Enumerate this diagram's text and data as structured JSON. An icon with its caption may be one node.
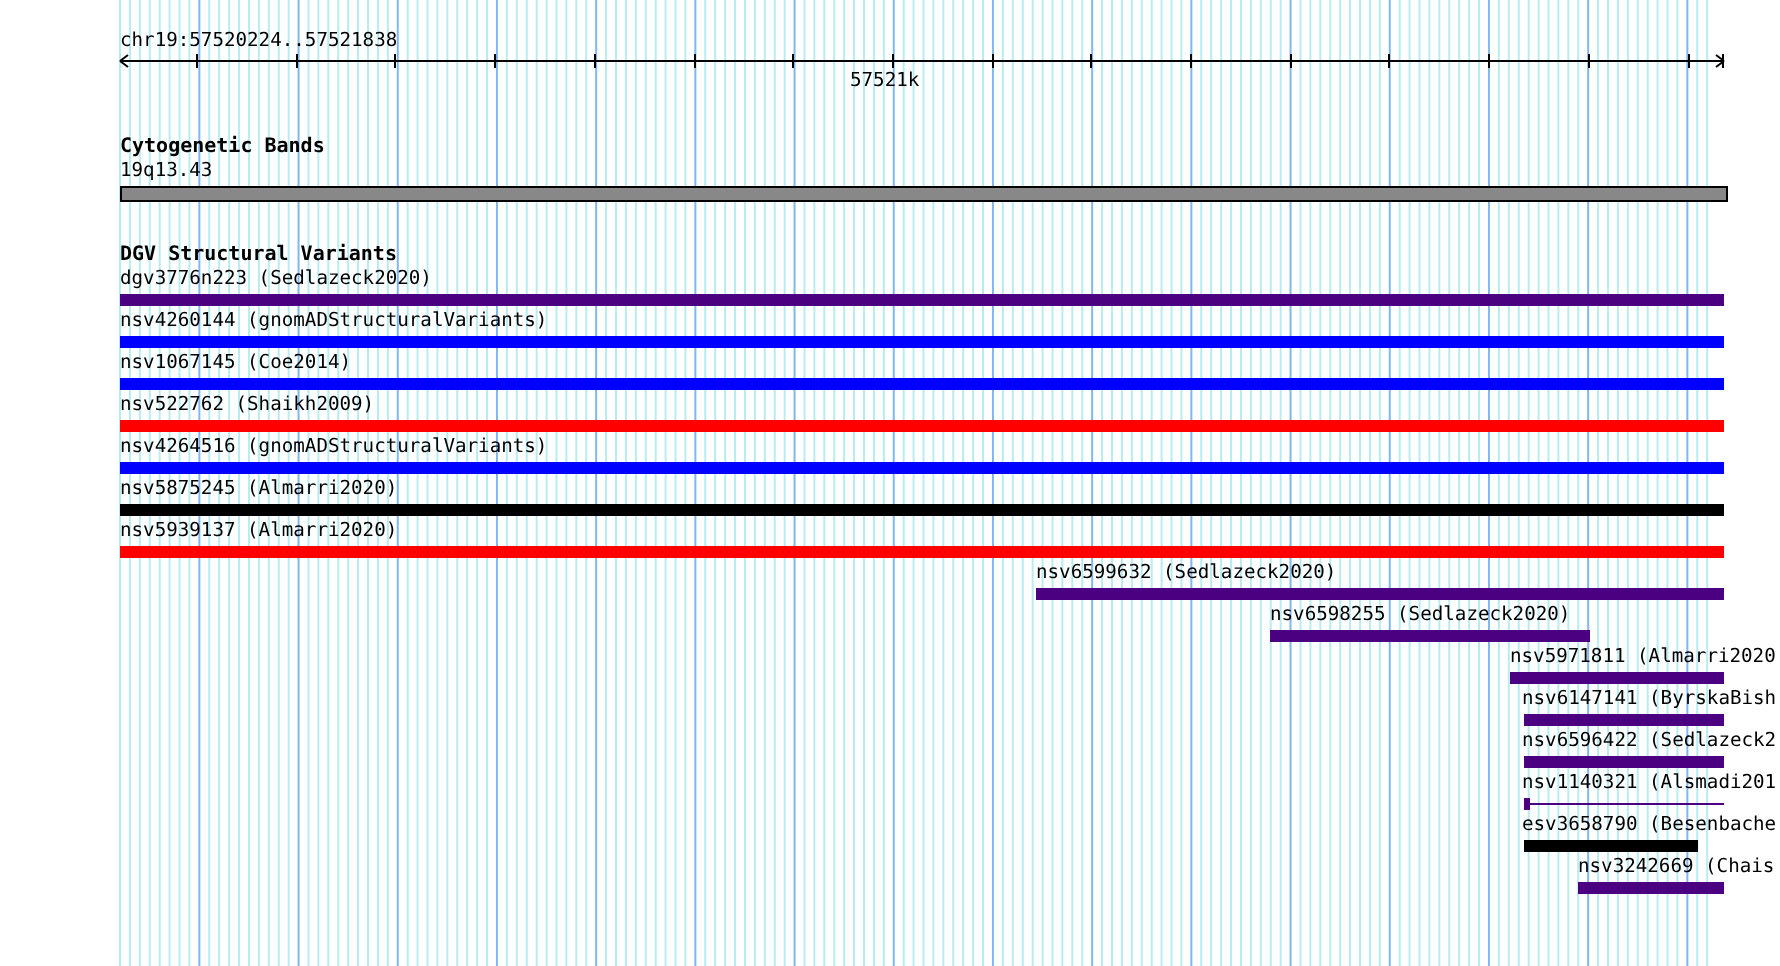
{
  "diagram": {
    "nodes": [
      {
        "text": [
          "19q13.43"
        ]
      },
      {
        "text": [
          "dgv3776n223 (Sedlazeck2020)"
        ]
      },
      {
        "text": [
          "nsv4260144 (gnomADStructuralVariants)"
        ]
      },
      {
        "text": [
          "nsv1067145 (Coe2014)"
        ]
      },
      {
        "text": [
          "nsv522762 (Shaikh2009)"
        ]
      },
      {
        "text": [
          "nsv4264516 (gnomADStructuralVariants)"
        ]
      },
      {
        "text": [
          "nsv5875245 (Almarri2020)"
        ]
      },
      {
        "text": [
          "nsv5939137 (Almarri2020)"
        ]
      },
      {
        "text": [
          "nsv6599632 (Sedlazeck2020)"
        ]
      },
      {
        "text": [
          "nsv6598255 (Sedlazeck2020)"
        ]
      },
      {
        "text": [
          "nsv5971811 (Almarri2020"
        ]
      },
      {
        "text": [
          "nsv6147141 (ByrskaBish"
        ]
      },
      {
        "text": [
          "nsv6596422 (Sedlazeck2"
        ]
      },
      {
        "text": [
          "nsv1140321 (Alsmadi201"
        ]
      },
      {
        "text": [
          "esv3658790 (Besenbache"
        ]
      },
      {
        "text": [
          "nsv3242669 (Chais"
        ]
      }
    ],
    "labels": [
      "chr19:57520224..57521838",
      "57521k",
      "Cytogenetic Bands",
      "DGV Structural Variants"
    ]
  }
}
